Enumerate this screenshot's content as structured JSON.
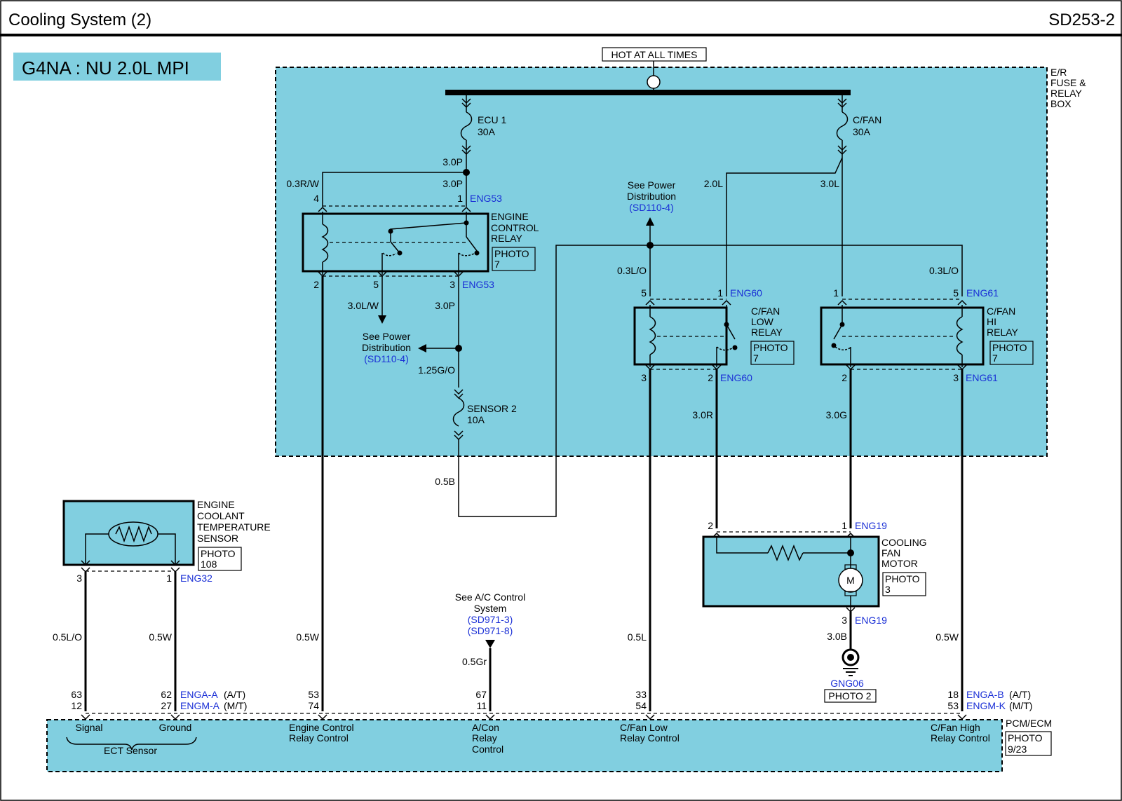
{
  "header": {
    "title": "Cooling System (2)",
    "code": "SD253-2"
  },
  "engine_badge": "G4NA : NU 2.0L MPI",
  "colors": {
    "panel": "#81cfe0",
    "link": "#1a2fd6"
  },
  "hot_label": "HOT AT ALL TIMES",
  "fuse_box_label": [
    "E/R",
    "FUSE &",
    "RELAY",
    "BOX"
  ],
  "fuses": {
    "ecu1": [
      "ECU 1",
      "30A"
    ],
    "cfan": [
      "C/FAN",
      "30A"
    ],
    "sensor2": [
      "SENSOR 2",
      "10A"
    ]
  },
  "wires": {
    "w1": "3.0P",
    "w2": "0.3R/W",
    "w3": "3.0P",
    "w4": "2.0L",
    "w5": "3.0L",
    "w6": "0.3L/O",
    "w7": "0.3L/O",
    "w8": "3.0L/W",
    "w9": "3.0P",
    "w10": "1.25G/O",
    "w11": "0.5B",
    "w12": "3.0R",
    "w13": "3.0G",
    "w14": "0.5L/O",
    "w15": "0.5W",
    "w16": "0.5W",
    "w17": "0.5Gr",
    "w18": "0.5L",
    "w19": "3.0B",
    "w20": "0.5W"
  },
  "connectors": {
    "eng53": "ENG53",
    "eng60": "ENG60",
    "eng61": "ENG61",
    "eng19": "ENG19",
    "eng32": "ENG32",
    "enga_a": "ENGA-A",
    "engm_a": "ENGM-A",
    "enga_b": "ENGA-B",
    "engm_k": "ENGM-K",
    "at": "(A/T)",
    "mt": "(M/T)",
    "gng06": "GNG06"
  },
  "pins": {
    "p1": "4",
    "p2": "1",
    "p3": "2",
    "p4": "5",
    "p5": "3",
    "p6": "5",
    "p7": "1",
    "p8": "3",
    "p9": "2",
    "p10": "1",
    "p11": "5",
    "p12": "2",
    "p13": "3",
    "p14": "2",
    "p15": "1",
    "p16": "3",
    "p17": "3",
    "p18": "1",
    "p19": "63",
    "p20": "12",
    "p21": "62",
    "p22": "27",
    "p23": "53",
    "p24": "74",
    "p25": "67",
    "p26": "11",
    "p27": "33",
    "p28": "54",
    "p29": "18",
    "p30": "53"
  },
  "components": {
    "ecr": [
      "ENGINE",
      "CONTROL",
      "RELAY"
    ],
    "cfan_low": [
      "C/FAN",
      "LOW",
      "RELAY"
    ],
    "cfan_hi": [
      "C/FAN",
      "HI",
      "RELAY"
    ],
    "motor": [
      "COOLING",
      "FAN",
      "MOTOR"
    ],
    "ect": [
      "ENGINE",
      "COOLANT",
      "TEMPERATURE",
      "SENSOR"
    ],
    "motor_symbol": "M",
    "pcm": "PCM/ECM"
  },
  "photos": {
    "ecr": [
      "PHOTO",
      "7"
    ],
    "low": [
      "PHOTO",
      "7"
    ],
    "hi": [
      "PHOTO",
      "7"
    ],
    "motor": [
      "PHOTO",
      "3"
    ],
    "ect": [
      "PHOTO",
      "108"
    ],
    "gnd": "PHOTO 2",
    "pcm": [
      "PHOTO",
      "9/23"
    ]
  },
  "references": {
    "pd1": [
      "See Power",
      "Distribution",
      "(SD110-4)"
    ],
    "pd2": [
      "See Power",
      "Distribution",
      "(SD110-4)"
    ],
    "ac": [
      "See A/C Control",
      "System",
      "(SD971-3)",
      "(SD971-8)"
    ]
  },
  "pcm_labels": {
    "signal": "Signal",
    "ground": "Ground",
    "ect": "ECT Sensor",
    "ecr_ctrl": [
      "Engine Control",
      "Relay Control"
    ],
    "acon": [
      "A/Con",
      "Relay",
      "Control"
    ],
    "low_ctrl": [
      "C/Fan Low",
      "Relay Control"
    ],
    "high_ctrl": [
      "C/Fan High",
      "Relay Control"
    ]
  }
}
